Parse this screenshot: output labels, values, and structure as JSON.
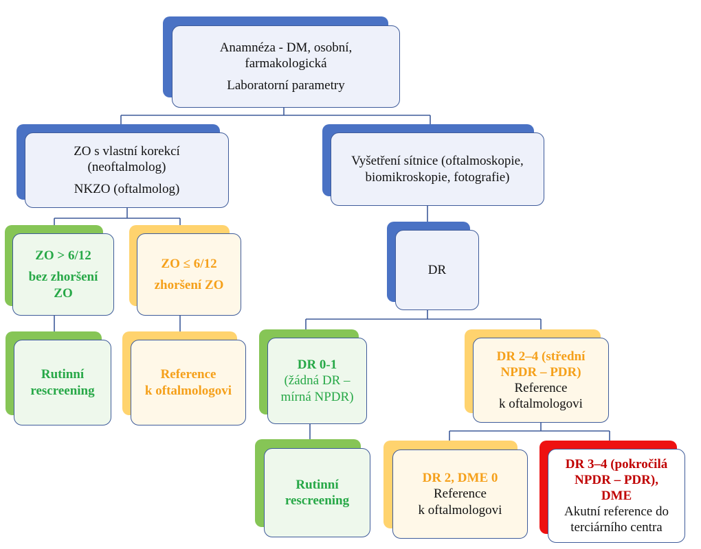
{
  "diagram": {
    "nodes": {
      "anamneza": {
        "lines": [
          "Anamnéza - DM, osobní,",
          "farmakologická",
          "Laboratorní parametry"
        ]
      },
      "zo_korekce": {
        "lines": [
          "ZO s vlastní korekcí",
          "(neoftalmolog)",
          "NKZO (oftalmolog)"
        ]
      },
      "vysetreni": {
        "lines": [
          "Vyšetření sítnice (oftalmoskopie,",
          "biomikroskopie, fotografie)"
        ]
      },
      "zo_gt": {
        "lines": [
          "ZO > 6/12",
          "bez zhoršení",
          "ZO"
        ]
      },
      "zo_le": {
        "lines": [
          "ZO ≤ 6/12",
          "zhoršení ZO"
        ]
      },
      "dr": {
        "lines": [
          "DR"
        ]
      },
      "rutinni_1": {
        "lines": [
          "Rutinní",
          "rescreening"
        ]
      },
      "reference_1": {
        "lines": [
          "Reference",
          "k oftalmologovi"
        ]
      },
      "dr01": {
        "lines": [
          "DR 0-1",
          "(žádná DR –",
          "mírná NPDR)"
        ]
      },
      "dr24": {
        "lines": [
          "DR 2–4 (střední",
          "NPDR – PDR)",
          "Reference",
          "k oftalmologovi"
        ]
      },
      "rutinni_2": {
        "lines": [
          "Rutinní",
          "rescreening"
        ]
      },
      "dr2_dme0": {
        "lines": [
          "DR 2, DME 0",
          "Reference",
          "k oftalmologovi"
        ]
      },
      "dr34": {
        "lines": [
          "DR 3–4 (pokročilá",
          "NPDR – PDR),",
          "DME",
          "Akutní reference do",
          "terciárního centra"
        ]
      }
    },
    "colors": {
      "blue": "#4a72c4",
      "green": "#86c556",
      "orange": "#ffd36e",
      "red": "#ee1111",
      "text_green": "#27a847",
      "text_orange": "#f5a01a",
      "text_red": "#c00000",
      "connector": "#3d5a99"
    }
  }
}
